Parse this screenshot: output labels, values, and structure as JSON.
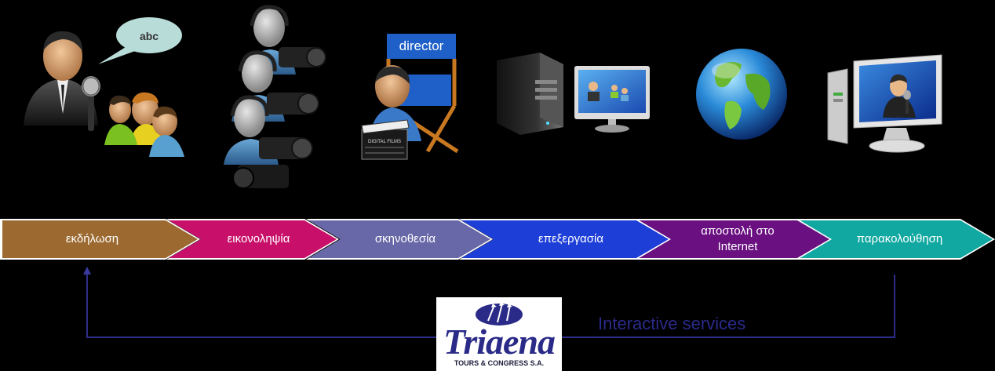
{
  "speech_bubble": {
    "text": "abc"
  },
  "director_chair": {
    "label": "director"
  },
  "clapperboard": {
    "text": "DIGITAL FILMS"
  },
  "stages": [
    {
      "label": "εκδήλωση",
      "color": "#9c6a30"
    },
    {
      "label": "εικονοληψία",
      "color": "#c8106a"
    },
    {
      "label": "σκηνοθεσία",
      "color": "#6868a8"
    },
    {
      "label": "επεξεργασία",
      "color": "#1e3ed8"
    },
    {
      "label": "αποστολή στο Internet",
      "color": "#6a1080"
    },
    {
      "label": "παρακολούθηση",
      "color": "#10a8a0"
    }
  ],
  "feedback": {
    "label": "Interactive services",
    "line_color": "#2e2e8a"
  },
  "logo": {
    "brand": "Triaena",
    "subtitle": "TOURS & CONGRESS S.A."
  }
}
